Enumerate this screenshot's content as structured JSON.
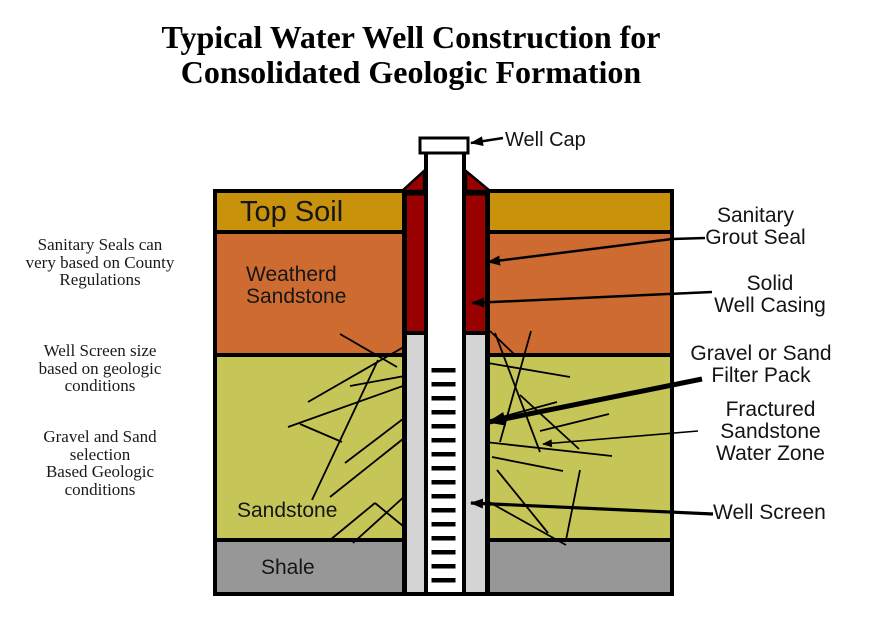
{
  "title": {
    "line1": "Typical Water Well Construction for",
    "line2": "Consolidated Geologic Formation"
  },
  "left_notes": [
    {
      "lines": [
        "Sanitary Seals can",
        "very based on County",
        "Regulations"
      ]
    },
    {
      "lines": [
        "Well Screen size",
        "based on geologic",
        "conditions"
      ]
    },
    {
      "lines": [
        "Gravel and Sand",
        "selection",
        "Based Geologic",
        "conditions"
      ]
    }
  ],
  "layers": [
    {
      "id": "topsoil",
      "label": "Top Soil",
      "color": "#C8930B"
    },
    {
      "id": "weathered-sandstone",
      "label_line1": "Weatherd",
      "label_line2": "Sandstone",
      "color": "#CE6B30"
    },
    {
      "id": "sandstone",
      "label": "Sandstone",
      "color": "#C6C557"
    },
    {
      "id": "shale",
      "label": "Shale",
      "color": "#979797"
    }
  ],
  "well": {
    "grout_color": "#990000",
    "gravel_color": "#D4D4D4",
    "casing_color": "#FFFFFF",
    "screen_slot_count": 16
  },
  "callouts": [
    {
      "id": "well-cap",
      "lines": [
        "Well Cap"
      ]
    },
    {
      "id": "sanitary-grout-seal",
      "lines": [
        "Sanitary",
        "Grout Seal"
      ]
    },
    {
      "id": "solid-well-casing",
      "lines": [
        "Solid",
        "Well Casing"
      ]
    },
    {
      "id": "gravel-filter-pack",
      "lines": [
        "Gravel or Sand",
        "Filter Pack"
      ]
    },
    {
      "id": "fractured-zone",
      "lines": [
        "Fractured",
        "Sandstone",
        "Water Zone"
      ]
    },
    {
      "id": "well-screen",
      "lines": [
        "Well Screen"
      ]
    }
  ]
}
